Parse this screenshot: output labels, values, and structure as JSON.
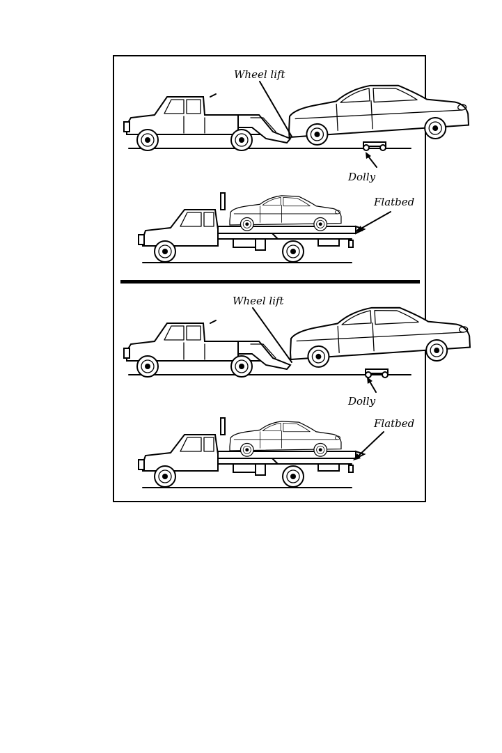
{
  "figure": {
    "panels": [
      {
        "id": "top",
        "wheel_lift_label": "Wheel lift",
        "dolly_label": "Dolly",
        "flatbed_label": "Flatbed"
      },
      {
        "id": "bottom",
        "wheel_lift_label": "Wheel lift",
        "dolly_label": "Dolly",
        "flatbed_label": "Flatbed"
      }
    ]
  }
}
